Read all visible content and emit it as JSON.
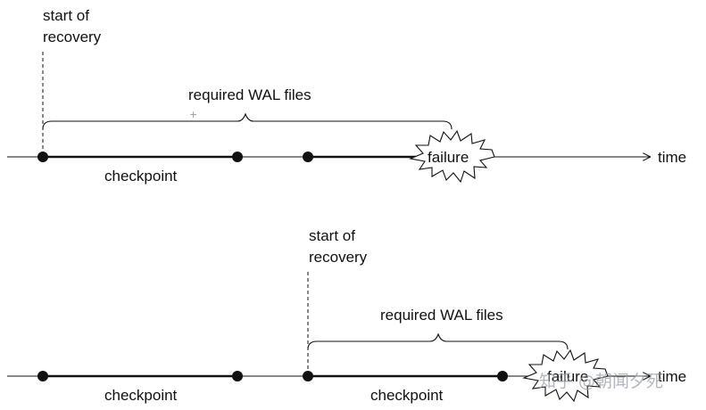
{
  "diagram1": {
    "start_label_line1": "start of",
    "start_label_line2": "recovery",
    "range_label": "required WAL files",
    "checkpoint_label": "checkpoint",
    "failure_label": "failure",
    "axis_label": "time"
  },
  "diagram2": {
    "start_label_line1": "start of",
    "start_label_line2": "recovery",
    "range_label": "required WAL files",
    "checkpoint_label_1": "checkpoint",
    "checkpoint_label_2": "checkpoint",
    "failure_label": "failure",
    "axis_label": "time"
  },
  "watermark": "知乎 @朝闻夕死"
}
